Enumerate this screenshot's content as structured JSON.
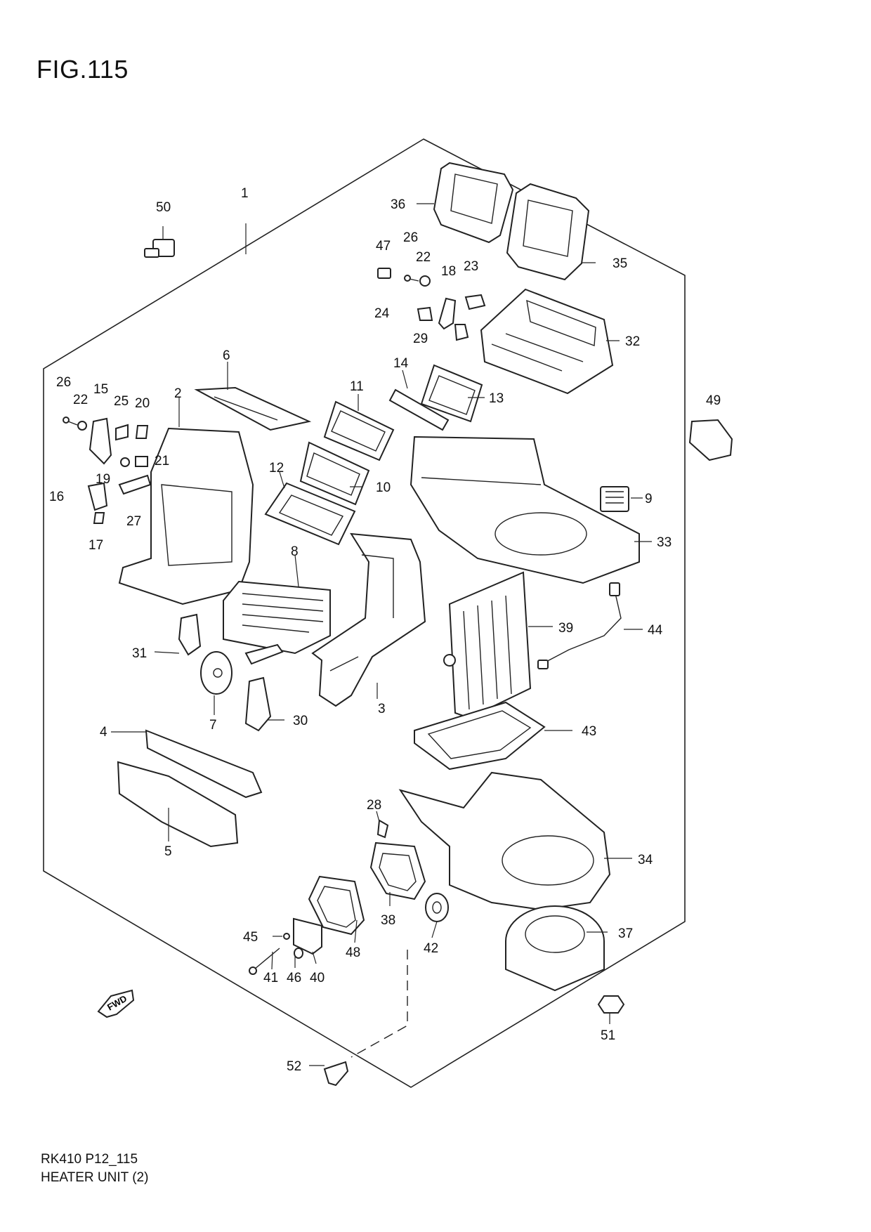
{
  "figure": {
    "title": "FIG.115"
  },
  "footer": {
    "code": "RK410 P12_115",
    "name": "HEATER UNIT (2)"
  },
  "fwd_badge": "FWD",
  "callouts": {
    "c1": "1",
    "c2": "2",
    "c3": "3",
    "c4": "4",
    "c5": "5",
    "c6": "6",
    "c7": "7",
    "c8": "8",
    "c9": "9",
    "c10": "10",
    "c11": "11",
    "c12": "12",
    "c13": "13",
    "c14": "14",
    "c15": "15",
    "c16": "16",
    "c17": "17",
    "c19": "19",
    "c20": "20",
    "c21": "21",
    "c22a": "22",
    "c25": "25",
    "c26a": "26",
    "c27": "27",
    "c18": "18",
    "c22b": "22",
    "c23": "23",
    "c24": "24",
    "c26b": "26",
    "c28": "28",
    "c29": "29",
    "c30": "30",
    "c31": "31",
    "c32": "32",
    "c33": "33",
    "c34": "34",
    "c35": "35",
    "c36": "36",
    "c37": "37",
    "c38": "38",
    "c39": "39",
    "c40": "40",
    "c41": "41",
    "c42": "42",
    "c43": "43",
    "c44": "44",
    "c45": "45",
    "c46": "46",
    "c47": "47",
    "c48": "48",
    "c49": "49",
    "c50": "50",
    "c51": "51",
    "c52": "52"
  }
}
